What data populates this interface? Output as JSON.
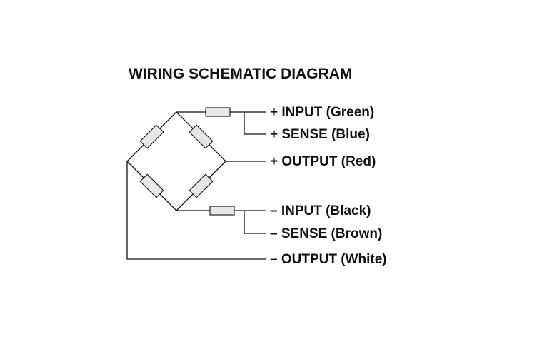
{
  "title": "WIRING SCHEMATIC DIAGRAM",
  "colors": {
    "line": "#111111",
    "resistor_fill": "#e6e6e6",
    "background": "#ffffff"
  },
  "terminals": [
    {
      "id": "plus-input",
      "label": "+ INPUT (Green)"
    },
    {
      "id": "plus-sense",
      "label": "+ SENSE (Blue)"
    },
    {
      "id": "plus-output",
      "label": "+ OUTPUT (Red)"
    },
    {
      "id": "minus-input",
      "label": "– INPUT (Black)"
    },
    {
      "id": "minus-sense",
      "label": "– SENSE (Brown)"
    },
    {
      "id": "minus-output",
      "label": "– OUTPUT (White)"
    }
  ]
}
